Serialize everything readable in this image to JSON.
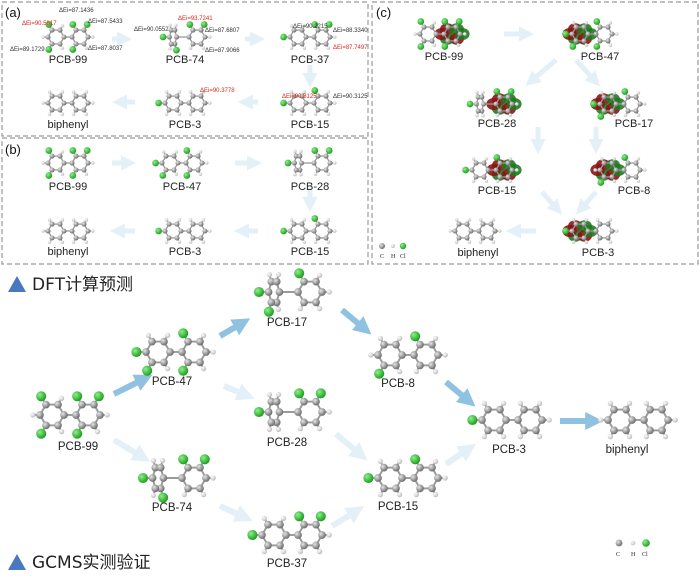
{
  "panels": {
    "a": {
      "tag": "(a)",
      "nodes": {
        "pcb99": "PCB-99",
        "pcb74": "PCB-74",
        "pcb37": "PCB-37",
        "pcb15": "PCB-15",
        "pcb3": "PCB-3",
        "biphenyl": "biphenyl"
      },
      "energies": {
        "pcb99_e1": "ΔEi=90.5817",
        "pcb99_e2": "ΔEi=87.1436",
        "pcb99_e3": "ΔEi=87.5433",
        "pcb99_e4": "ΔEi=89.1729",
        "pcb99_e5": "ΔEi=87.8037",
        "pcb74_e1": "ΔEi=90.0552",
        "pcb74_e2": "ΔEi=93.7241",
        "pcb74_e3": "ΔEi=87.6807",
        "pcb74_e4": "ΔEi=87.9066",
        "pcb37_e1": "ΔEi=90.2215",
        "pcb37_e2": "ΔEi=88.3340",
        "pcb37_e3": "ΔEi=87.7497",
        "pcb15_e1": "ΔEi=90.3125",
        "pcb15_e2": "ΔEi=90.3125",
        "pcb3_e1": "ΔEi=90.3778"
      }
    },
    "b": {
      "tag": "(b)",
      "nodes": {
        "pcb99": "PCB-99",
        "pcb47": "PCB-47",
        "pcb28": "PCB-28",
        "pcb15": "PCB-15",
        "pcb3": "PCB-3",
        "biphenyl": "biphenyl"
      }
    },
    "c": {
      "tag": "(c)",
      "nodes": {
        "pcb99": "PCB-99",
        "pcb47": "PCB-47",
        "pcb28": "PCB-28",
        "pcb17": "PCB-17",
        "pcb15": "PCB-15",
        "pcb8": "PCB-8",
        "pcb3": "PCB-3",
        "biphenyl": "biphenyl"
      },
      "legend": {
        "c": "C",
        "h": "H",
        "cl": "Cl"
      }
    }
  },
  "headings": {
    "dft": "DFT计算预测",
    "gcms": "GCMS实测验证"
  },
  "main": {
    "nodes": {
      "pcb99": "PCB-99",
      "pcb47": "PCB-47",
      "pcb74": "PCB-74",
      "pcb17": "PCB-17",
      "pcb28": "PCB-28",
      "pcb37": "PCB-37",
      "pcb8": "PCB-8",
      "pcb15": "PCB-15",
      "pcb3": "PCB-3",
      "biphenyl": "biphenyl"
    },
    "legend": {
      "c": "C",
      "h": "H",
      "cl": "Cl"
    }
  },
  "colors": {
    "chlorine": "#2fc12f",
    "carbon": "#8e8e8e",
    "hydrogen": "#d8d8d8",
    "arrow_strong": "#8fc1e0",
    "arrow_faint": "#e3f0f7",
    "triangle": "#4a78c0",
    "orbital_red": "#8a1414",
    "orbital_green": "#1f7a1f",
    "energy_red": "#e0261f",
    "panel_border": "#9a9a9a"
  }
}
